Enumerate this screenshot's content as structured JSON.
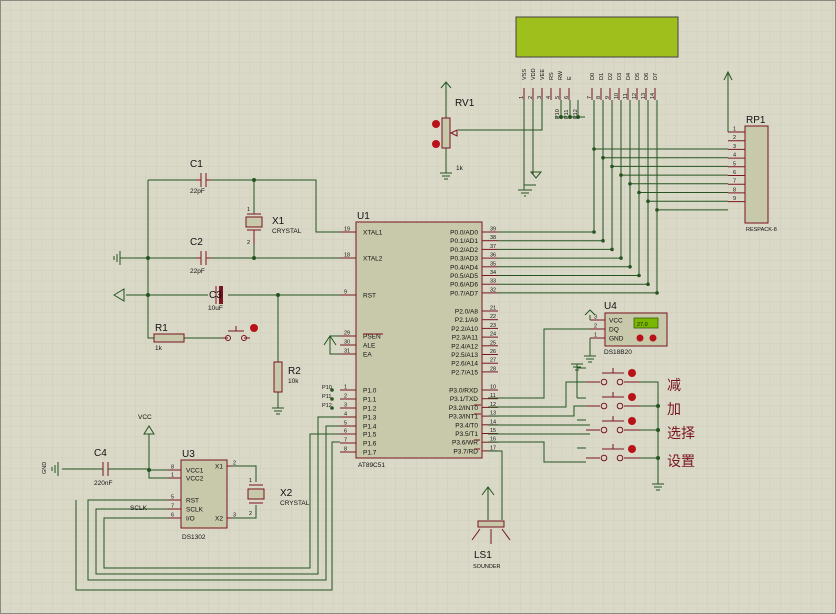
{
  "components": {
    "u1": {
      "ref": "U1",
      "part": "AT89C51",
      "left_pins": [
        {
          "num": "19",
          "name": "XTAL1"
        },
        {
          "num": "18",
          "name": "XTAL2"
        },
        {
          "num": "9",
          "name": "RST"
        },
        {
          "num": "29",
          "name": "PSEN"
        },
        {
          "num": "30",
          "name": "ALE"
        },
        {
          "num": "31",
          "name": "EA"
        },
        {
          "num": "1",
          "name": "P1.0"
        },
        {
          "num": "2",
          "name": "P1.1"
        },
        {
          "num": "3",
          "name": "P1.2"
        },
        {
          "num": "4",
          "name": "P1.3"
        },
        {
          "num": "5",
          "name": "P1.4"
        },
        {
          "num": "6",
          "name": "P1.5"
        },
        {
          "num": "7",
          "name": "P1.6"
        },
        {
          "num": "8",
          "name": "P1.7"
        }
      ],
      "right_pins": [
        {
          "num": "39",
          "name": "P0.0/AD0"
        },
        {
          "num": "38",
          "name": "P0.1/AD1"
        },
        {
          "num": "37",
          "name": "P0.2/AD2"
        },
        {
          "num": "36",
          "name": "P0.3/AD3"
        },
        {
          "num": "35",
          "name": "P0.4/AD4"
        },
        {
          "num": "34",
          "name": "P0.5/AD5"
        },
        {
          "num": "33",
          "name": "P0.6/AD6"
        },
        {
          "num": "32",
          "name": "P0.7/AD7"
        },
        {
          "num": "21",
          "name": "P2.0/A8"
        },
        {
          "num": "22",
          "name": "P2.1/A9"
        },
        {
          "num": "23",
          "name": "P2.2/A10"
        },
        {
          "num": "24",
          "name": "P2.3/A11"
        },
        {
          "num": "25",
          "name": "P2.4/A12"
        },
        {
          "num": "26",
          "name": "P2.5/A13"
        },
        {
          "num": "27",
          "name": "P2.6/A14"
        },
        {
          "num": "28",
          "name": "P2.7/A15"
        },
        {
          "num": "10",
          "name": "P3.0/RXD"
        },
        {
          "num": "11",
          "name": "P3.1/TXD"
        },
        {
          "num": "12",
          "name": "P3.2/INT0"
        },
        {
          "num": "13",
          "name": "P3.3/INT1"
        },
        {
          "num": "14",
          "name": "P3.4/T0"
        },
        {
          "num": "15",
          "name": "P3.5/T1"
        },
        {
          "num": "16",
          "name": "P3.6/WR"
        },
        {
          "num": "17",
          "name": "P3.7/RD"
        }
      ]
    },
    "c1": {
      "ref": "C1",
      "value": "22pF"
    },
    "c2": {
      "ref": "C2",
      "value": "22pF"
    },
    "c3": {
      "ref": "C3",
      "value": "10uF"
    },
    "c4": {
      "ref": "C4",
      "value": "220nF"
    },
    "x1": {
      "ref": "X1",
      "value": "CRYSTAL",
      "pin1": "1",
      "pin2": "2"
    },
    "x2": {
      "ref": "X2",
      "value": "CRYSTAL",
      "pin1": "1",
      "pin2": "2"
    },
    "r1": {
      "ref": "R1",
      "value": "1k"
    },
    "r2": {
      "ref": "R2",
      "value": "10k"
    },
    "rv1": {
      "ref": "RV1",
      "value": "1k"
    },
    "rp1": {
      "ref": "RP1",
      "value": "RESPACK-8",
      "pins": [
        "1",
        "2",
        "3",
        "4",
        "5",
        "6",
        "7",
        "8",
        "9"
      ]
    },
    "u3": {
      "ref": "U3",
      "part": "DS1302",
      "pins": [
        {
          "num": "8",
          "name": "VCC1"
        },
        {
          "num": "1",
          "name": "VCC2"
        },
        {
          "num": "5",
          "name": "RST"
        },
        {
          "num": "7",
          "name": "SCLK"
        },
        {
          "num": "6",
          "name": "I/O"
        },
        {
          "num": "2",
          "name": "X1"
        },
        {
          "num": "3",
          "name": "X2"
        }
      ]
    },
    "u4": {
      "ref": "U4",
      "part": "DS18B20",
      "display": "27.0",
      "pins": [
        {
          "num": "3",
          "name": "VCC"
        },
        {
          "num": "2",
          "name": "DQ"
        },
        {
          "num": "1",
          "name": "GND"
        }
      ]
    },
    "ls1": {
      "ref": "LS1",
      "part": "SOUNDER"
    },
    "lcd": {
      "pin_names": [
        "VSS",
        "VDD",
        "VEE",
        "RS",
        "RW",
        "E",
        "D0",
        "D1",
        "D2",
        "D3",
        "D4",
        "D5",
        "D6",
        "D7"
      ],
      "pin_nums": [
        "1",
        "2",
        "3",
        "4",
        "5",
        "6",
        "7",
        "8",
        "9",
        "10",
        "11",
        "12",
        "13",
        "14"
      ],
      "port_labels": [
        "P10",
        "P11",
        "P12"
      ]
    },
    "net_labels": {
      "vcc": "VCC",
      "gnd": "GND",
      "sclk": "SCLK",
      "p10": "P10",
      "p11": "P11",
      "p12": "P12"
    }
  },
  "buttons": [
    {
      "label": "减"
    },
    {
      "label": "加"
    },
    {
      "label": "选择"
    },
    {
      "label": "设置"
    }
  ],
  "colors": {
    "wire": "#24541f",
    "component": "#7a1420",
    "lcd_screen": "#9fbf1c",
    "background": "#dad9c8"
  }
}
